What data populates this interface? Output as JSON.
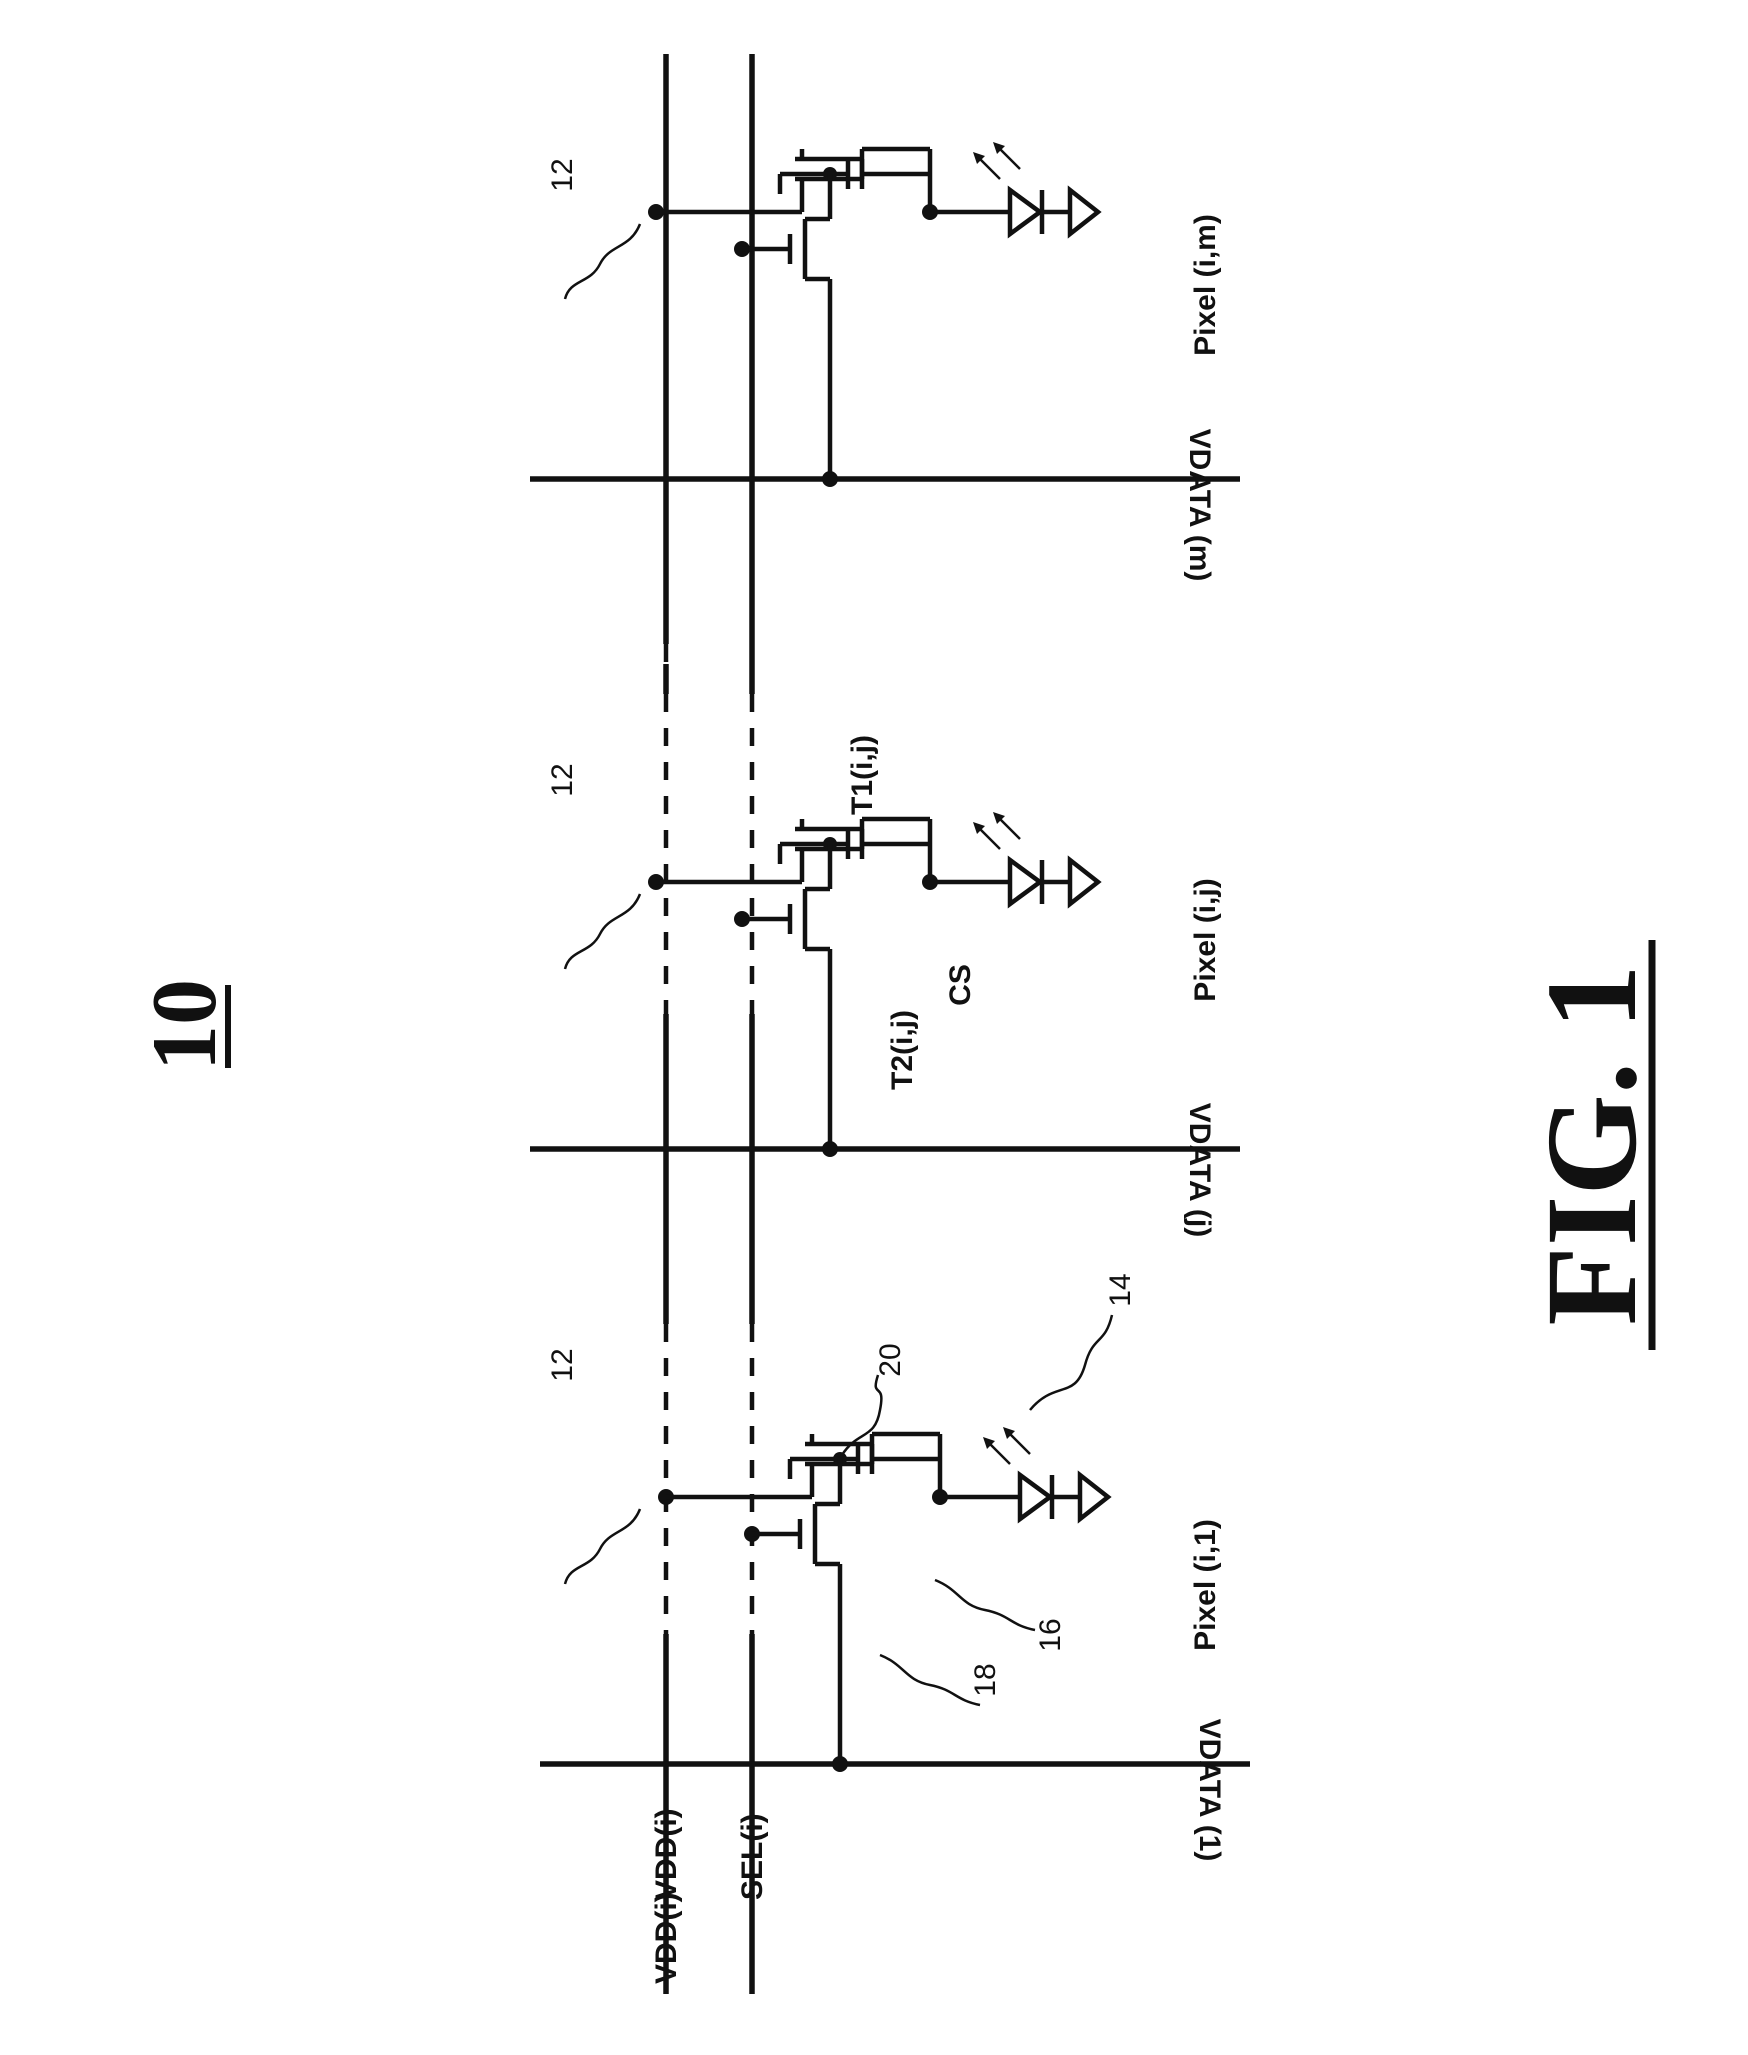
{
  "figure_number": "10",
  "caption": "FIG. 1",
  "lines": {
    "vdd": "VDD(i)",
    "sel": "SEL(i)"
  },
  "columns": [
    {
      "data_line": "VDATA (1)",
      "pixel": "Pixel (i,1)"
    },
    {
      "data_line": "VDATA (j)",
      "pixel": "Pixel (i,j)"
    },
    {
      "data_line": "VDATA (m)",
      "pixel": "Pixel (i,m)"
    }
  ],
  "components": {
    "t1": "T1(i,j)",
    "t2": "T2(i,j)",
    "cs": "CS"
  },
  "refs": {
    "r12": "12",
    "r14": "14",
    "r16": "16",
    "r18": "18",
    "r20": "20"
  }
}
